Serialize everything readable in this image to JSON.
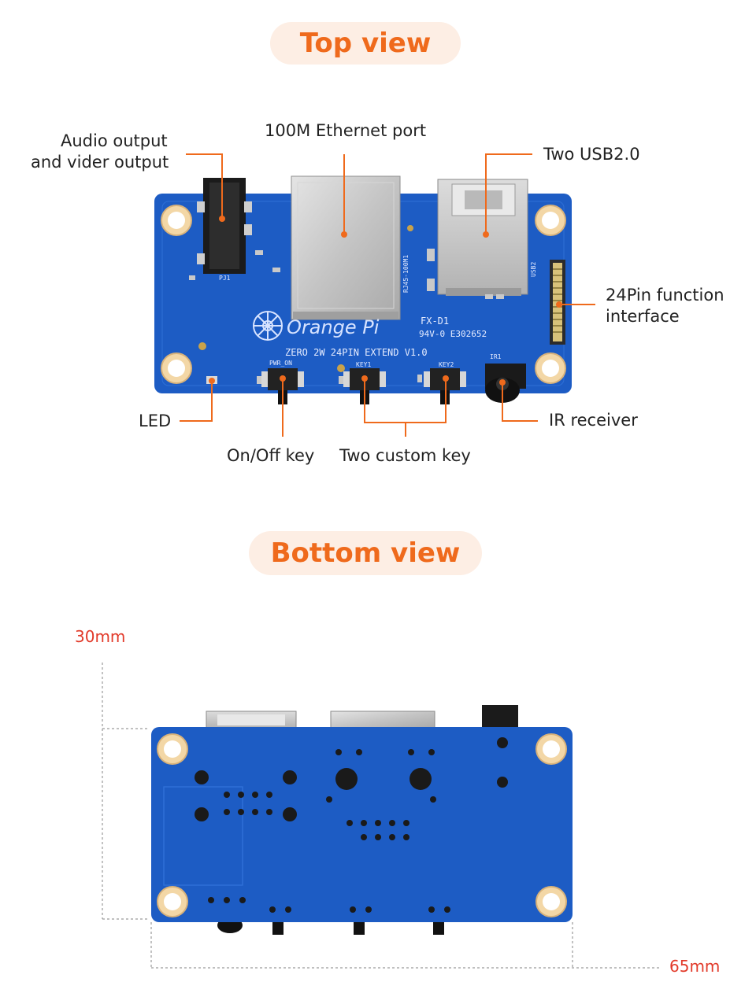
{
  "sections": {
    "top_title": "Top view",
    "bottom_title": "Bottom view"
  },
  "callouts": {
    "audio_line1": "Audio output",
    "audio_line2": "and vider output",
    "ethernet": "100M Ethernet port",
    "usb": "Two USB2.0",
    "pin_line1": "24Pin function",
    "pin_line2": "interface",
    "led": "LED",
    "ir": "IR receiver",
    "onoff": "On/Off key",
    "custom_keys": "Two custom key"
  },
  "board_silkscreen": {
    "model": "ZERO 2W 24PIN EXTEND V1.0",
    "logo": "Orange Pi",
    "fx": "FX-D1",
    "cert": "94V-0 E302652",
    "rj45": "RJ45-100M1",
    "usb_ref": "USB2",
    "pwr_on": "PWR_ON",
    "key1": "KEY1",
    "key2": "KEY2",
    "ir1": "IR1",
    "pj1": "PJ1"
  },
  "dimensions": {
    "height": "30mm",
    "width": "65mm"
  },
  "colors": {
    "accent": "#ef6a1c",
    "pill_bg": "#fdeee4",
    "board_blue": "#1d5cc4",
    "dimension_red": "#e23a2a"
  }
}
